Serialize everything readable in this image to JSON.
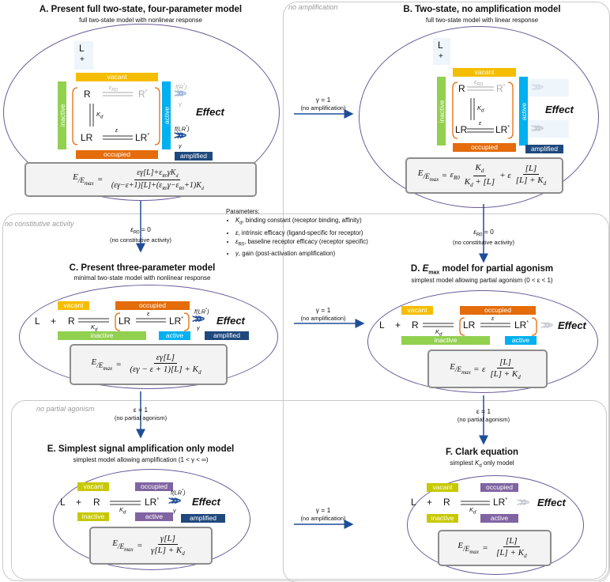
{
  "panels": {
    "A": {
      "title": "A. Present full two-state, four-parameter model",
      "subtitle": "full two-state model with nonlinear response"
    },
    "B": {
      "title": "B. Two-state, no amplification model",
      "subtitle": "full two-state model with linear response"
    },
    "C": {
      "title": "C. Present three-parameter model",
      "subtitle": "minimal two-state model with nonlinear response"
    },
    "D": {
      "title_pre": "D. ",
      "title_emax": "E",
      "title_emax_sub": "max",
      "title_post": " model for partial agonism",
      "subtitle": "simplest model allowing partial agonism (0 < ε < 1)"
    },
    "E": {
      "title": "E. Simplest signal amplification only model",
      "subtitle": "simplest model allowing amplification (1 < γ < ∞)"
    },
    "F": {
      "title": "F. Clark equation",
      "subtitle_pre": "simplest ",
      "subtitle_k": "K",
      "subtitle_ksub": "d",
      "subtitle_post": " only model"
    }
  },
  "regions": {
    "no_amplification": "no amplification",
    "no_constitutive": "no constitutive activity",
    "no_partial": "no partial agonism"
  },
  "labels": {
    "vacant": "vacant",
    "occupied": "occupied",
    "inactive": "inactive",
    "active": "active",
    "amplified": "amplified",
    "effect": "Effect",
    "L": "L",
    "plus": "+",
    "R": "R",
    "Rstar": "R",
    "LR": "LR",
    "LRstar": "LR",
    "star": "*",
    "Kd": "K",
    "Kd_sub": "d",
    "eps": "ε",
    "epsR0": "ε",
    "epsR0_sub": "R0",
    "gamma": "γ",
    "fR": "f(R",
    "fLR": "f(LR",
    "close": ")"
  },
  "arrows": {
    "gamma1": "γ = 1",
    "no_amp": "(no amplification)",
    "epsR0_0": "= 0",
    "epsR0_sym": "ε",
    "epsR0_sub": "R0",
    "no_const": "(no constitutive activity)",
    "eps1": "ε = 1",
    "no_partial": "(no partial agonism)"
  },
  "parameters": {
    "heading": "Parameters:",
    "items": [
      {
        "sym": "K",
        "sub": "d",
        "text": ", binding constant (receptor binding, affinity)"
      },
      {
        "sym": "ε",
        "sub": "",
        "text": ", intrinsic efficacy (ligand-specific for receptor)"
      },
      {
        "sym": "ε",
        "sub": "R0",
        "text": ", baseline receptor efficacy (receptor specific)"
      },
      {
        "sym": "γ",
        "sub": "",
        "text": ", gain (post-activation amplification)"
      }
    ]
  },
  "equations": {
    "lhs_E": "E",
    "lhs_slash": "/",
    "lhs_Emax": "E",
    "lhs_max": "max",
    "eq": "=",
    "A_num": "εγ[L]+ε",
    "A_num2": "R0",
    "A_num3": "γK",
    "A_num4": "d",
    "A_den": "(εγ−ε+1)[L]+(ε",
    "A_den2": "R0",
    "A_den3": "γ−ε",
    "A_den4": "R0",
    "A_den5": "+1)K",
    "A_den6": "d",
    "B_pre": "ε",
    "B_pre_sub": "R0",
    "B_num1": "K",
    "B_num1_sub": "d",
    "B_den1": "K",
    "B_den1_sub": "d",
    "B_den1_post": " + [L]",
    "B_plus": "+ ε",
    "B_num2": "[L]",
    "B_den2": "[L] + K",
    "B_den2_sub": "d",
    "C_num": "εγ[L]",
    "C_den": "(εγ − ε + 1)[L] + K",
    "C_den_sub": "d",
    "D_pre": "ε",
    "D_num": "[L]",
    "D_den": "[L] + K",
    "D_den_sub": "d",
    "E_num": "γ[L]",
    "E_den": "γ[L] + K",
    "E_den_sub": "d",
    "F_num": "[L]",
    "F_den": "[L] + K",
    "F_den_sub": "d"
  },
  "colors": {
    "vacant": "#f5bd00",
    "occupied": "#e46c0a",
    "inactive": "#92d050",
    "active": "#00b0f0",
    "amplified": "#1f497d",
    "vacantE": "#c8c800",
    "occupiedE": "#8064a2",
    "activeE": "#8064a2",
    "arrow": "#1f4e99",
    "ellipse": "#6a5a9a"
  }
}
